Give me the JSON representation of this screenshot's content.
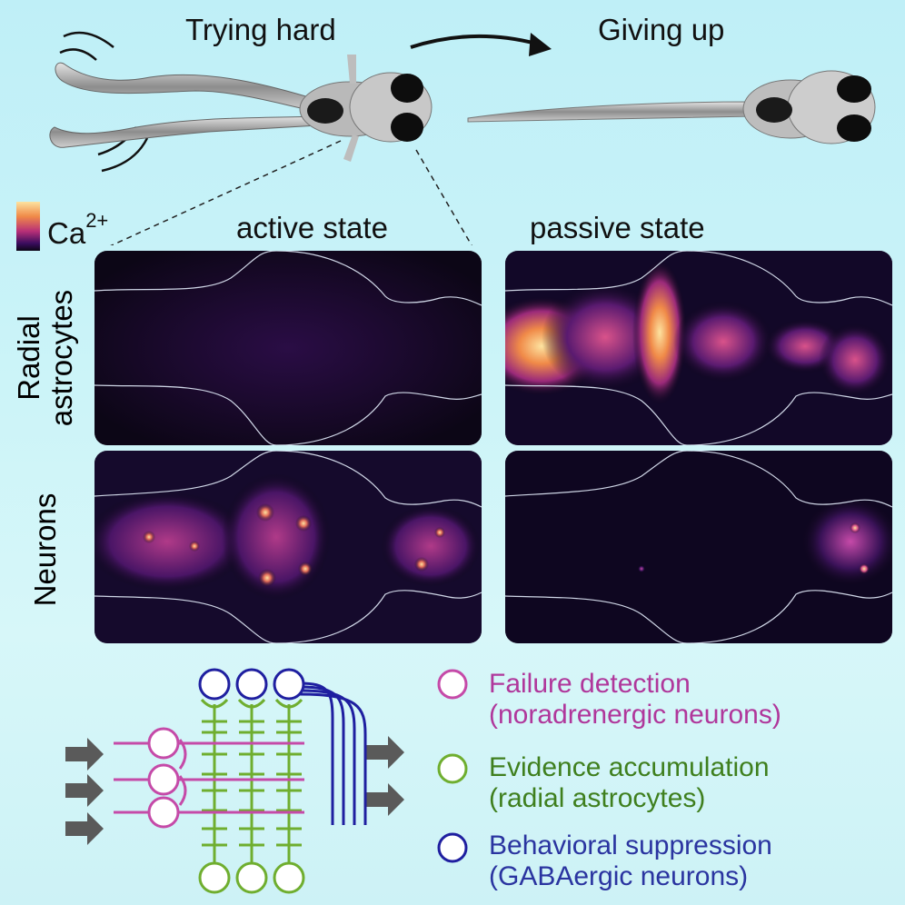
{
  "top": {
    "trying_label": "Trying hard",
    "giving_label": "Giving up"
  },
  "colorbar": {
    "label": "Ca",
    "superscript": "2+"
  },
  "columns": {
    "left": "active state",
    "right": "passive state"
  },
  "rows": {
    "top_line1": "Radial",
    "top_line2": "astrocytes",
    "bottom": "Neurons"
  },
  "legend": [
    {
      "line1": "Failure detection",
      "line2": "(noradrenergic neurons)",
      "color": "#b0379b"
    },
    {
      "line1": "Evidence accumulation",
      "line2": "(radial astrocytes)",
      "color": "#3f7f1e"
    },
    {
      "line1": "Behavioral suppression",
      "line2": "(GABAergic neurons)",
      "color": "#2a34a0"
    }
  ],
  "colors": {
    "magenta": "#c54aa8",
    "green": "#6fae2f",
    "blue": "#1f1fa0",
    "arrow": "#5a5a5a",
    "panel_bg": "#0c0616",
    "hot": "#fde3a0"
  }
}
